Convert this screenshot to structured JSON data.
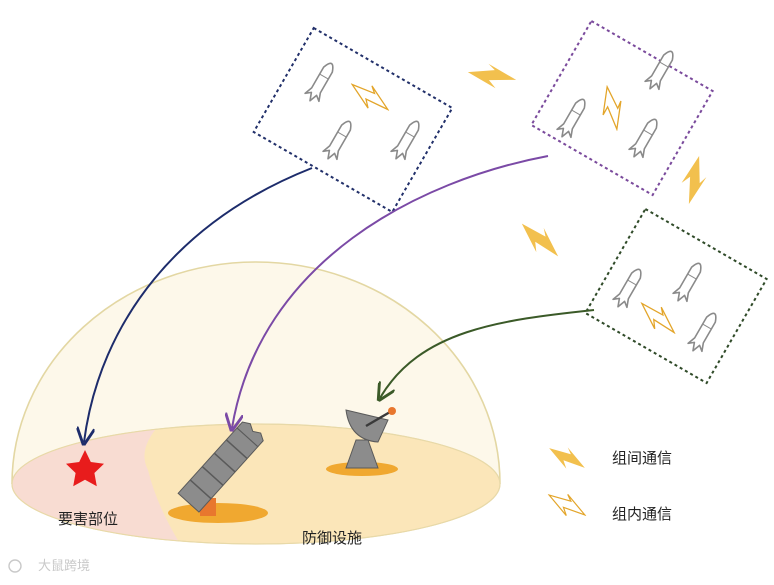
{
  "labels": {
    "key_site": "要害部位",
    "defense": "防御设施"
  },
  "legend": {
    "inter_group": "组间通信",
    "intra_group": "组内通信"
  },
  "watermark": "大鼠跨境",
  "colors": {
    "dome_outline": "#e3d7a3",
    "dome_fill": "#fdf8ea",
    "defense_zone": "#fbe6b9",
    "key_zone": "#f8dcd2",
    "lightning": "#f2c04e",
    "lightning_stroke": "#e3a52a",
    "star": "#e81c1c",
    "gray": "#8c8c8c",
    "orange": "#e8772e",
    "group1_border": "#22306a",
    "group2_border": "#7a4a9c",
    "group3_border": "#2f4a28",
    "arrow1": "#1d2c6b",
    "arrow2": "#7b4aa6",
    "arrow3": "#3b5a28"
  },
  "icons": {
    "missile": "missile-icon",
    "lightning": "lightning-icon",
    "star": "star-icon",
    "launcher": "launcher-icon",
    "radar": "radar-icon"
  }
}
